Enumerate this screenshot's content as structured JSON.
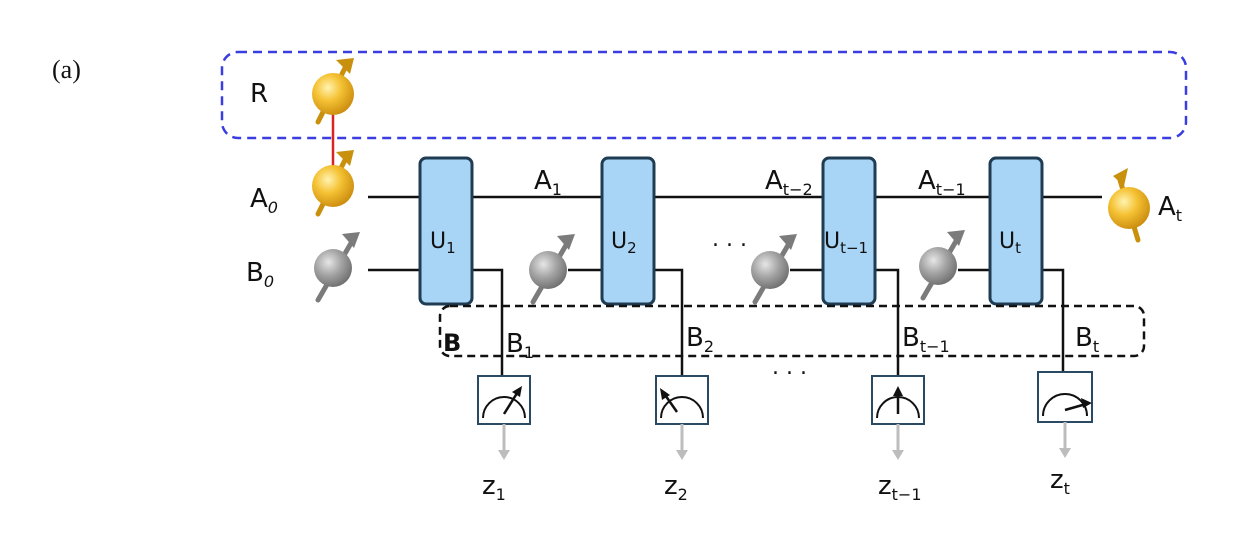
{
  "panel_label": "(a)",
  "reference_label": "R",
  "wire_A0": "A",
  "wire_A0_sub": "0",
  "wire_B0": "B",
  "wire_B0_sub": "0",
  "output_A": "A",
  "output_A_sub": "t",
  "bath_label": "B",
  "ellipsis": ". . .",
  "gates": [
    {
      "main": "U",
      "sub": "1"
    },
    {
      "main": "U",
      "sub": "2"
    },
    {
      "main": "U",
      "sub": "t−1"
    },
    {
      "main": "U",
      "sub": "t"
    }
  ],
  "a_links": [
    {
      "main": "A",
      "sub": "1"
    },
    {
      "main": "A",
      "sub": "t−2"
    },
    {
      "main": "A",
      "sub": "t−1"
    }
  ],
  "b_outputs": [
    {
      "main": "B",
      "sub": "1"
    },
    {
      "main": "B",
      "sub": "2"
    },
    {
      "main": "B",
      "sub": "t−1"
    },
    {
      "main": "B",
      "sub": "t"
    }
  ],
  "outcomes": [
    {
      "main": "z",
      "sub": "1"
    },
    {
      "main": "z",
      "sub": "2"
    },
    {
      "main": "z",
      "sub": "t−1"
    },
    {
      "main": "z",
      "sub": "t"
    }
  ],
  "colors": {
    "reference_box": "#3a3ee0",
    "bath_box": "#111111",
    "gate_fill": "#a8d4f5",
    "gate_stroke": "#1f3c52",
    "entangle_line": "#d92424",
    "yellow_spin": "#f2b82a",
    "grey_spin": "#9a9a9a",
    "meter_stroke": "#2a4a63",
    "arrow_grey": "#bdbdbd"
  }
}
